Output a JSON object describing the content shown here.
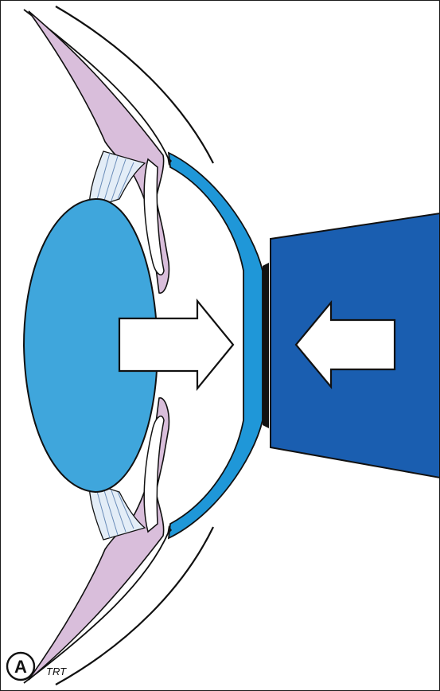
{
  "figure": {
    "panel_label": "A",
    "artist_signature": "TRT",
    "colors": {
      "iris": "#d9bedb",
      "lens": "#3fa6dc",
      "cornea": "#1f97d8",
      "probe": "#1a5eb0",
      "outline": "#111111",
      "zonule": "#e3edf7",
      "background": "#ffffff"
    },
    "arrows": [
      {
        "name": "anterior-chamber-arrow",
        "direction": "right"
      },
      {
        "name": "probe-push-arrow",
        "direction": "left"
      }
    ]
  }
}
